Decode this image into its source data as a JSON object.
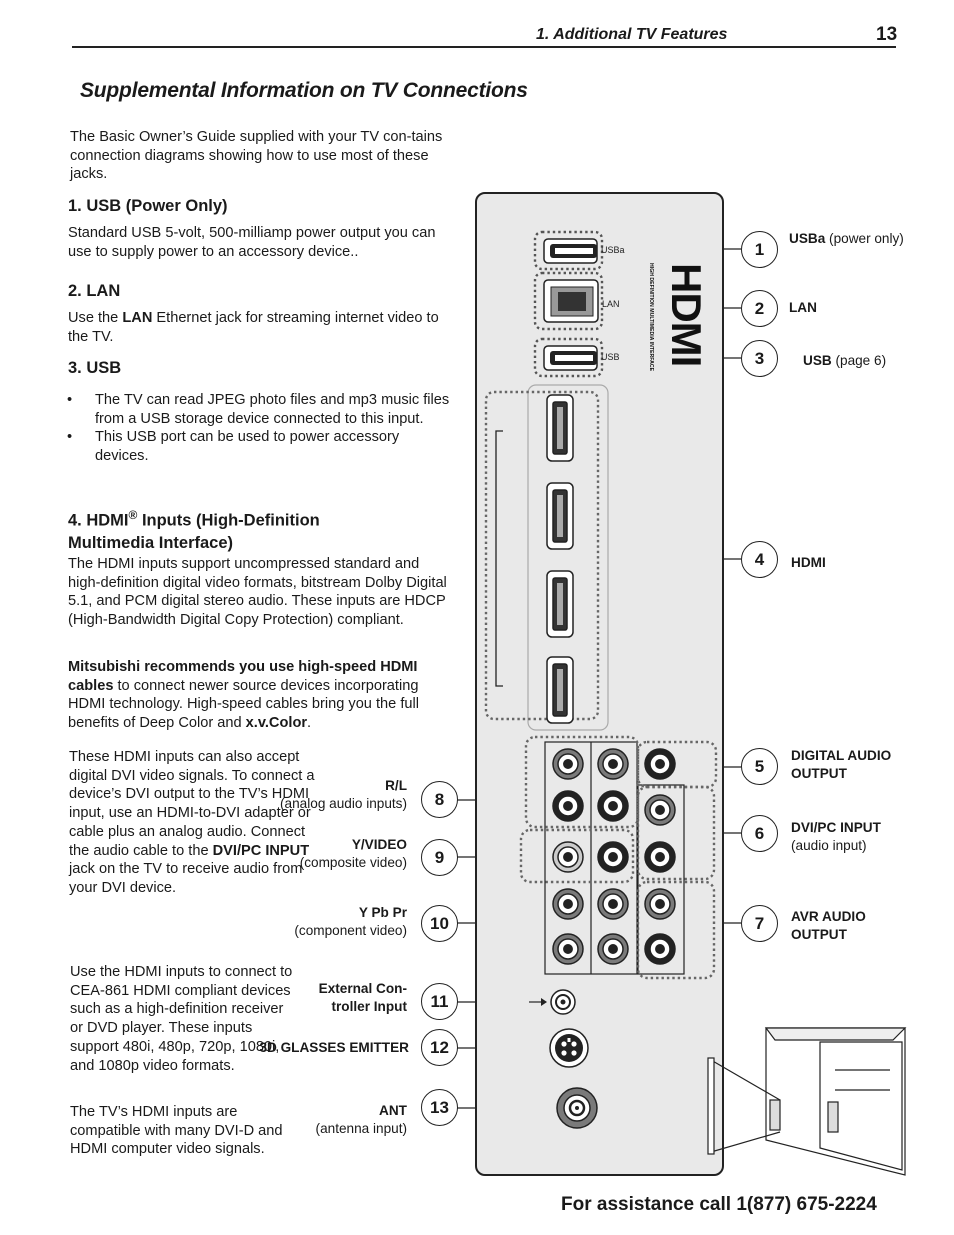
{
  "header": {
    "section": "1.  Additional TV Features",
    "page": "13"
  },
  "title": "Supplemental Information on TV Connections",
  "intro": "The Basic Owner’s Guide supplied with your TV con-tains connection diagrams showing how to use most of these jacks.",
  "usb_power": {
    "heading": "1.  USB (Power Only)",
    "text": "Standard USB 5-volt, 500-milliamp power output you can use to supply power to an accessory device.."
  },
  "lan": {
    "heading": "2.  LAN",
    "pre": "Use the ",
    "bold": "LAN",
    "post": " Ethernet jack for streaming internet video to the TV."
  },
  "usb": {
    "heading": "3.  USB",
    "bullets": [
      "The TV can read JPEG photo files and mp3 music files from a USB storage device connected to this input.",
      "This USB port can be used to power accessory devices."
    ]
  },
  "hdmi": {
    "heading_a": "4.  HDMI",
    "heading_sup": "®",
    "heading_b": " Inputs (High-Definition",
    "heading_c": "Multimedia Interface)",
    "text": "The HDMI inputs support uncompressed standard and high-definition digital video formats, bitstream Dolby Digital 5.1, and PCM digital stereo audio.  These inputs are HDCP (High-Bandwidth Digital Copy Protection) compliant.",
    "rec_bold": "Mitsubishi recommends you use high-speed HDMI cables",
    "rec_text": " to connect newer source devices incorporating HDMI technology.  High-speed cables bring you the full benefits of Deep Color and ",
    "rec_bold2": "x.v.Color",
    "rec_end": "."
  },
  "dvi_note": {
    "pre": "These HDMI inputs can also accept digital DVI video signals. To connect a device’s DVI output to the TV’s HDMI input, use an HDMI-to-DVI adapter or cable plus an analog audio.  Connect the audio cable to the ",
    "bold": "DVI/PC INPUT",
    "post": " jack on the TV to receive audio from your DVI device."
  },
  "cea_note": "Use the HDMI inputs to connect to CEA-861 HDMI compliant devices such as a high-definition receiver or DVD player. These inputs support 480i, 480p, 720p, 1080i, and 1080p video formats.",
  "dvi_compat": "The TV’s HDMI inputs are compatible with many DVI-D and HDMI computer video signals.",
  "left_labels": {
    "rl_bold": "R/L",
    "rl_sub": "(analog audio inputs)",
    "yv_bold": "Y/VIDEO",
    "yv_sub": "(composite video)",
    "ypbpr_bold": "Y Pb Pr",
    "ypbpr_sub": "(component video)",
    "ext": "External Con-troller Input",
    "glasses": "3D GLASSES EMITTER",
    "ant_bold": "ANT",
    "ant_sub": "(antenna input)"
  },
  "right_labels": {
    "usba_bold": "USBa",
    "usba_rest": " (power only)",
    "lan": "LAN",
    "usb_bold": "USB",
    "usb_rest": " (page 6)",
    "hdmi": "HDMI",
    "digital_audio": "DIGITAL AUDIO OUTPUT",
    "dvi_bold": "DVI/PC INPUT",
    "dvi_sub": "(audio input)",
    "avr": "AVR AUDIO OUTPUT"
  },
  "numbers": [
    "1",
    "2",
    "3",
    "4",
    "5",
    "6",
    "7",
    "8",
    "9",
    "10",
    "11",
    "12",
    "13"
  ],
  "panel_text": {
    "usba": "USBa",
    "lan": "LAN",
    "usb": "USB",
    "hdmi_logo": "HDMI",
    "hdmi_tagline": "HIGH DEFINITION MULTIMEDIA INTERFACE"
  },
  "assist": "For assistance call 1(877) 675-2224"
}
